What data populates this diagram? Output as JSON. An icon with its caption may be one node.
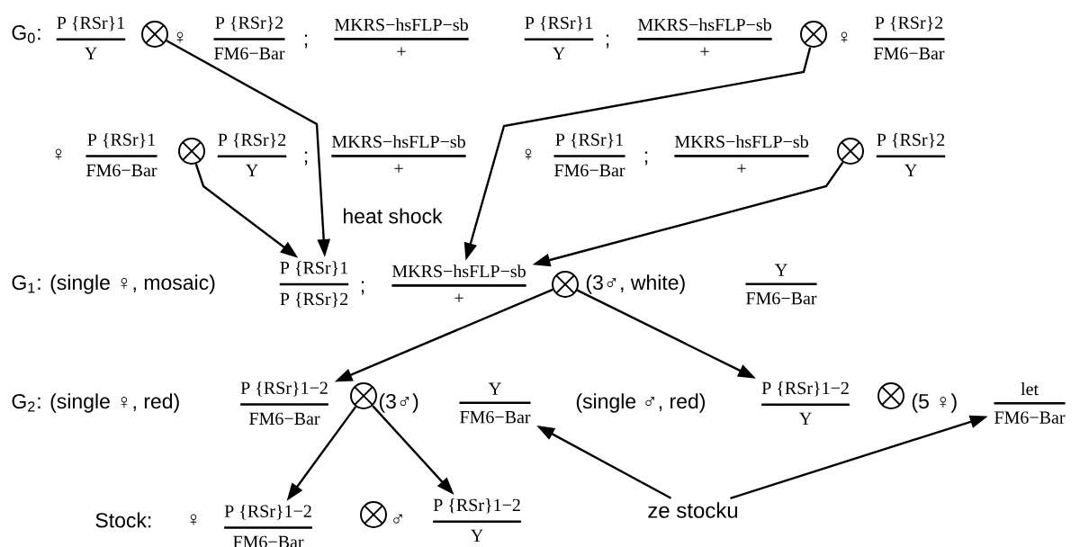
{
  "diagram": {
    "nodes": [
      {
        "text": [
          "P {RSr}1",
          "Y"
        ]
      },
      {
        "text": [],
        "shape": "circle"
      },
      {
        "text": [
          "P {RSr}2",
          "FM6−Bar"
        ]
      },
      {
        "text": [
          "MKRS−hsFLP−sb",
          "+"
        ]
      },
      {
        "text": [
          "P {RSr}1",
          "Y"
        ]
      },
      {
        "text": [
          "MKRS−hsFLP−sb",
          "+"
        ]
      },
      {
        "text": [],
        "shape": "circle"
      },
      {
        "text": [
          "P {RSr}2",
          "FM6−Bar"
        ]
      },
      {
        "text": [
          "P {RSr}1",
          "FM6−Bar"
        ]
      },
      {
        "text": [],
        "shape": "circle"
      },
      {
        "text": [
          "P {RSr}2",
          "Y"
        ]
      },
      {
        "text": [
          "MKRS−hsFLP−sb",
          "+"
        ]
      },
      {
        "text": [
          "P {RSr}1",
          "FM6−Bar"
        ]
      },
      {
        "text": [
          "MKRS−hsFLP−sb",
          "+"
        ]
      },
      {
        "text": [],
        "shape": "circle"
      },
      {
        "text": [
          "P {RSr}2",
          "Y"
        ]
      },
      {
        "text": [
          "P {RSr}1",
          "P {RSr}2"
        ]
      },
      {
        "text": [
          "MKRS−hsFLP−sb",
          "+"
        ]
      },
      {
        "text": [],
        "shape": "circle"
      },
      {
        "text": [
          "Y",
          "FM6−Bar"
        ]
      },
      {
        "text": [
          "P {RSr}1−2",
          "FM6−Bar"
        ]
      },
      {
        "text": [],
        "shape": "circle"
      },
      {
        "text": [
          "Y",
          "FM6−Bar"
        ]
      },
      {
        "text": [
          "P {RSr}1−2",
          "Y"
        ]
      },
      {
        "text": [],
        "shape": "circle"
      },
      {
        "text": [
          "let",
          "FM6−Bar"
        ]
      },
      {
        "text": [
          "P {RSr}1−2",
          "FM6−Bar"
        ]
      },
      {
        "text": [],
        "shape": "circle"
      },
      {
        "text": [
          "P {RSr}1−2",
          "Y"
        ]
      },
      {
        "text": [
          "ze stocku"
        ]
      }
    ],
    "edges": [
      {
        "from": 1,
        "to": 16,
        "arrow": "to"
      },
      {
        "from": 9,
        "to": 16,
        "arrow": "to"
      },
      {
        "from": 6,
        "to": 17,
        "arrow": "to"
      },
      {
        "from": 14,
        "to": 17,
        "arrow": "to"
      },
      {
        "from": 18,
        "to": 20,
        "arrow": "to"
      },
      {
        "from": 18,
        "to": 23,
        "arrow": "to"
      },
      {
        "from": 21,
        "to": 26,
        "arrow": "to"
      },
      {
        "from": 21,
        "to": 28,
        "arrow": "to"
      },
      {
        "from": 29,
        "to": 22,
        "arrow": "to"
      },
      {
        "from": 29,
        "to": 25,
        "arrow": "to"
      }
    ],
    "labels": [
      "G$_{0}$:",
      "♀",
      ";",
      ";",
      "♀",
      "♀",
      ";",
      "♀",
      ";",
      "heat shock",
      "G$_{1}$: (single ♀, mosaic)",
      ";",
      "(3♂, white)",
      "G$_{2}$: (single ♀, red)",
      "(3♂)",
      "(single ♂, red)",
      "(5 ♀)",
      "Stock:",
      "♀",
      "♂"
    ]
  }
}
